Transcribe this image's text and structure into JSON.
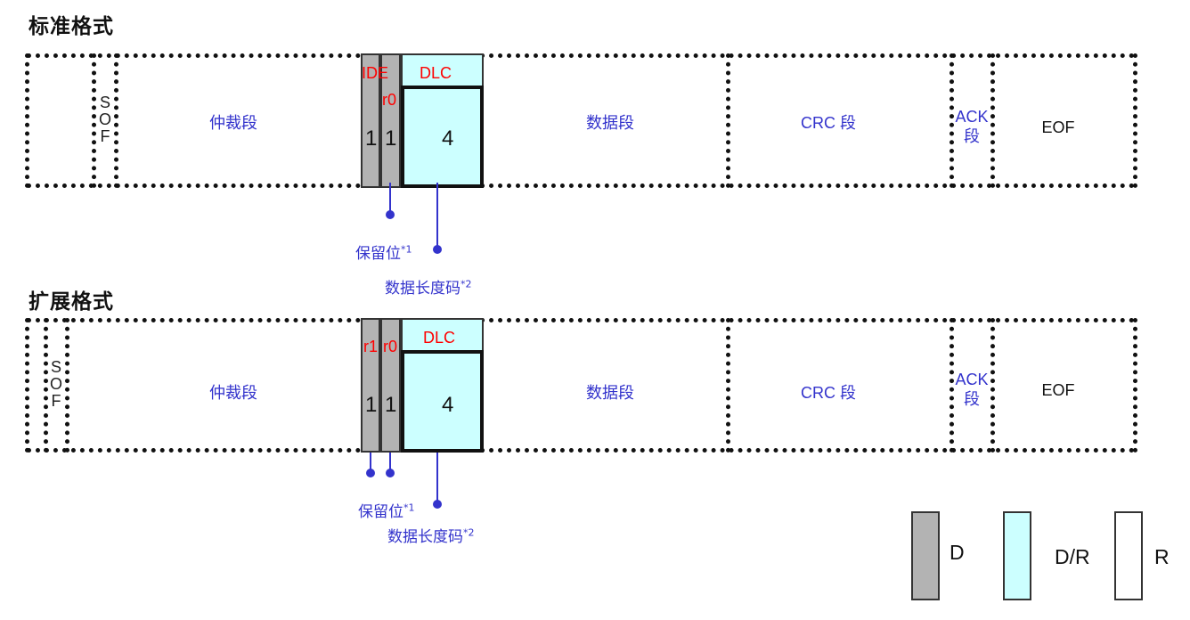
{
  "headings": {
    "standard": "标准格式",
    "extended": "扩展格式"
  },
  "segments": {
    "sof_letters": [
      "S",
      "O",
      "F"
    ],
    "arbitration": "仲裁段",
    "data": "数据段",
    "crc": "CRC 段",
    "ack_lines": [
      "ACK",
      "段"
    ],
    "eof": "EOF"
  },
  "standard": {
    "ide_label": "IDE",
    "r0_label": "r0",
    "dlc_label": "DLC",
    "ide_bits": "1",
    "r0_bits": "1",
    "dlc_bits": "4",
    "reserved_note": "保留位",
    "reserved_mark": "*1",
    "dlc_note": "数据长度码",
    "dlc_mark": "*2"
  },
  "extended": {
    "r1_label": "r1",
    "r0_label": "r0",
    "dlc_label": "DLC",
    "r1_bits": "1",
    "r0_bits": "1",
    "dlc_bits": "4",
    "reserved_note": "保留位",
    "reserved_mark": "*1",
    "dlc_note": "数据长度码",
    "dlc_mark": "*2"
  },
  "legend": [
    {
      "label": "D",
      "color": "#b3b3b3"
    },
    {
      "label": "D/R",
      "color": "#ccffff"
    },
    {
      "label": "R",
      "color": "#ffffff"
    }
  ],
  "colors": {
    "label_blue": "#3333cc",
    "field_red": "#ff0000",
    "dominant_gray": "#b3b3b3",
    "dlc_cyan": "#ccffff"
  }
}
